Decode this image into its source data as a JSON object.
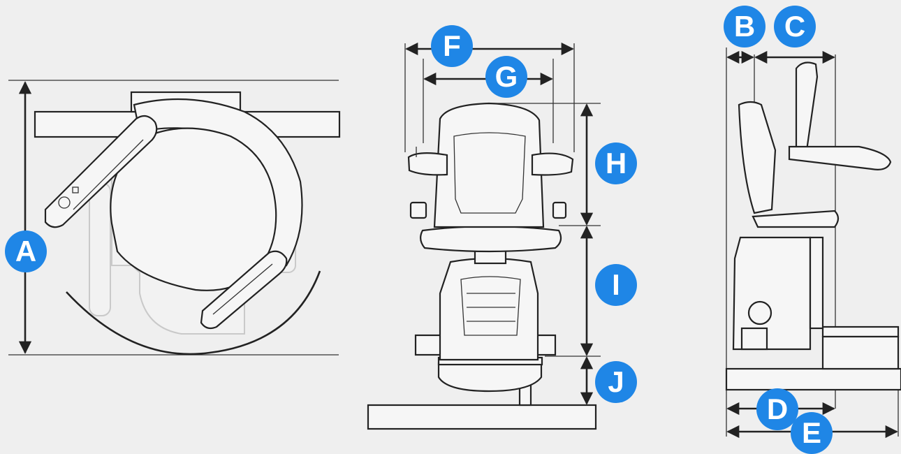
{
  "views": {
    "top": {
      "dimensions": [
        "A"
      ]
    },
    "front": {
      "dimensions": [
        "F",
        "G",
        "H",
        "I",
        "J"
      ]
    },
    "side": {
      "dimensions": [
        "B",
        "C",
        "D",
        "E"
      ]
    }
  },
  "labels": {
    "A": "A",
    "B": "B",
    "C": "C",
    "D": "D",
    "E": "E",
    "F": "F",
    "G": "G",
    "H": "H",
    "I": "I",
    "J": "J"
  },
  "colors": {
    "badge": "#1f86e6",
    "background": "#efefef",
    "line": "#222222"
  }
}
